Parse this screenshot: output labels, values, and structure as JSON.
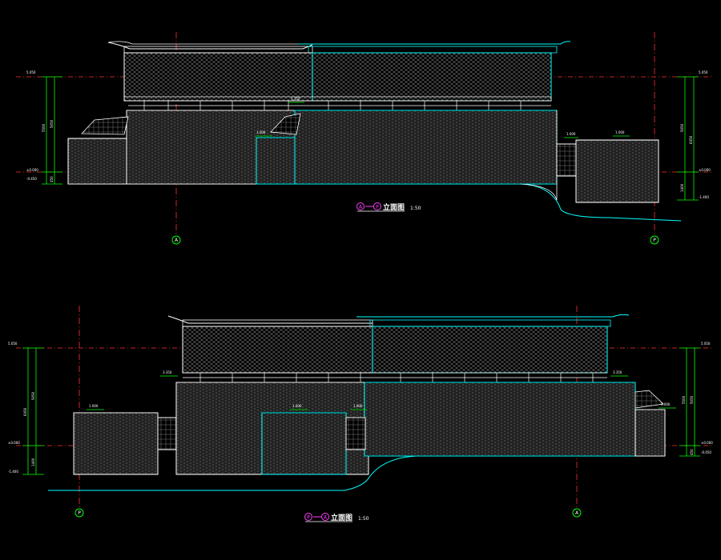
{
  "drawings": [
    {
      "title": "Ⓐ—Ⓟ立面图",
      "title_axis_from": "A",
      "title_axis_to": "P",
      "title_text": "立面图",
      "scale": "1:50",
      "grid_left": "A",
      "grid_right": "P",
      "elev_left_top": "5.050",
      "elev_left_mid": "±0.000",
      "elev_left_low": "-0.450",
      "elev_right_top": "5.050",
      "elev_right_mid": "±0.000",
      "elev_right_low": "-1.400",
      "dim_left_1": "5050",
      "dim_left_2": "450",
      "dim_right_1": "5050",
      "dim_right_2": "1400",
      "dim_left_total": "5500",
      "dim_right_total": "6450",
      "mark_roof": "3.350",
      "mark_step": "1.000",
      "mark_side": "1.000",
      "mark_side2": "1.000"
    },
    {
      "title": "Ⓟ—Ⓐ立面图",
      "title_axis_from": "P",
      "title_axis_to": "A",
      "title_text": "立面图",
      "scale": "1:50",
      "grid_left": "P",
      "grid_right": "A",
      "elev_left_top": "5.050",
      "elev_left_mid": "±0.000",
      "elev_left_low": "-1.400",
      "elev_right_top": "5.050",
      "elev_right_mid": "±0.000",
      "elev_right_low": "-0.450",
      "dim_left_1": "1400",
      "dim_left_2": "5050",
      "dim_right_1": "5050",
      "dim_right_2": "450",
      "dim_left_total": "6450",
      "dim_right_total": "5500",
      "mark_roof_l": "3.350",
      "mark_roof_r": "3.350",
      "mark_box": "1.000",
      "mark_mid": "1.000",
      "mark_mid2": "1.000",
      "mark_right": "1.000"
    }
  ],
  "colors": {
    "background": "#000000",
    "line_white": "#ffffff",
    "line_cyan": "#00ffff",
    "line_red": "#ff0000",
    "line_green": "#00ff00",
    "line_magenta": "#ff00ff",
    "brick": "#4a4a4a"
  }
}
